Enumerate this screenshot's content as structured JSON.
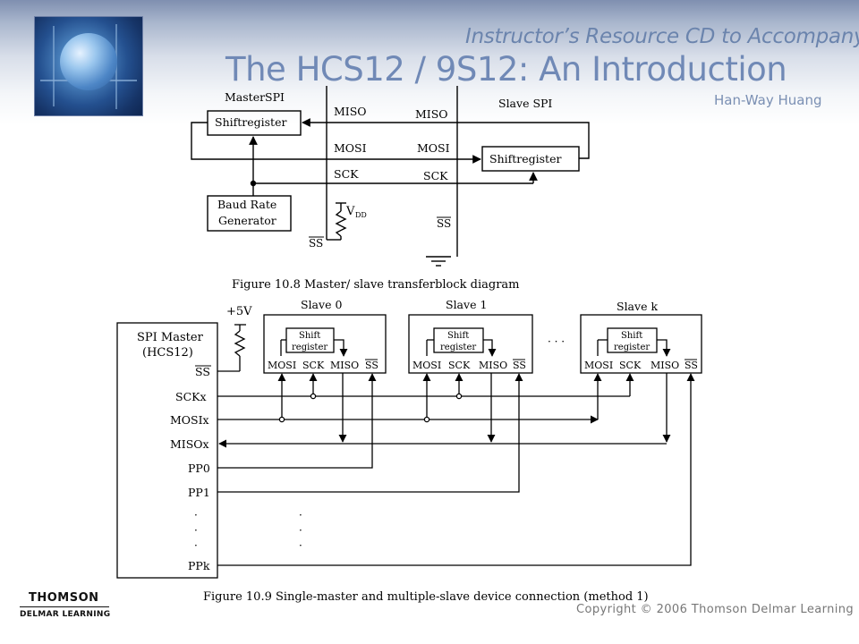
{
  "header": {
    "subtitle": "Instructor’s Resource CD to Accompany",
    "title": "The HCS12 / 9S12: An Introduction",
    "author": "Han-Way Huang"
  },
  "fig1": {
    "master_label": "MasterSPI",
    "master_shift": "Shiftregister",
    "miso_left": "MISO",
    "mosi_left": "MOSI",
    "sck_left": "SCK",
    "miso_right": "MISO",
    "mosi_right": "MOSI",
    "sck_right": "SCK",
    "slave_label": "Slave SPI",
    "slave_shift": "Shiftregister",
    "baud_line1": "Baud Rate",
    "baud_line2": "Generator",
    "vdd": "V",
    "vdd_sub": "DD",
    "ss_master": "SS",
    "ss_slave": "SS",
    "caption": "Figure 10.8 Master/ slave transferblock diagram"
  },
  "fig2": {
    "master_line1": "SPI Master",
    "master_line2": "(HCS12)",
    "plus5v": "+5V",
    "pins": [
      "SS",
      "SCKx",
      "MOSIx",
      "MISOx",
      "PP0",
      "PP1",
      "PPk"
    ],
    "slaves": [
      {
        "name": "Slave 0",
        "shift1": "Shift",
        "shift2": "register"
      },
      {
        "name": "Slave 1",
        "shift1": "Shift",
        "shift2": "register"
      },
      {
        "name": "Slave k",
        "shift1": "Shift",
        "shift2": "register"
      }
    ],
    "slave_pins": [
      "MOSI",
      "SCK",
      "MISO",
      "SS"
    ],
    "ellipsis": "· · ·",
    "caption": "Figure 10.9 Single-master and multiple-slave device connection (method 1)"
  },
  "footer": {
    "publisher": "THOMSON",
    "imprint": "DELMAR LEARNING",
    "copyright": "Copyright © 2006 Thomson Delmar Learning"
  }
}
